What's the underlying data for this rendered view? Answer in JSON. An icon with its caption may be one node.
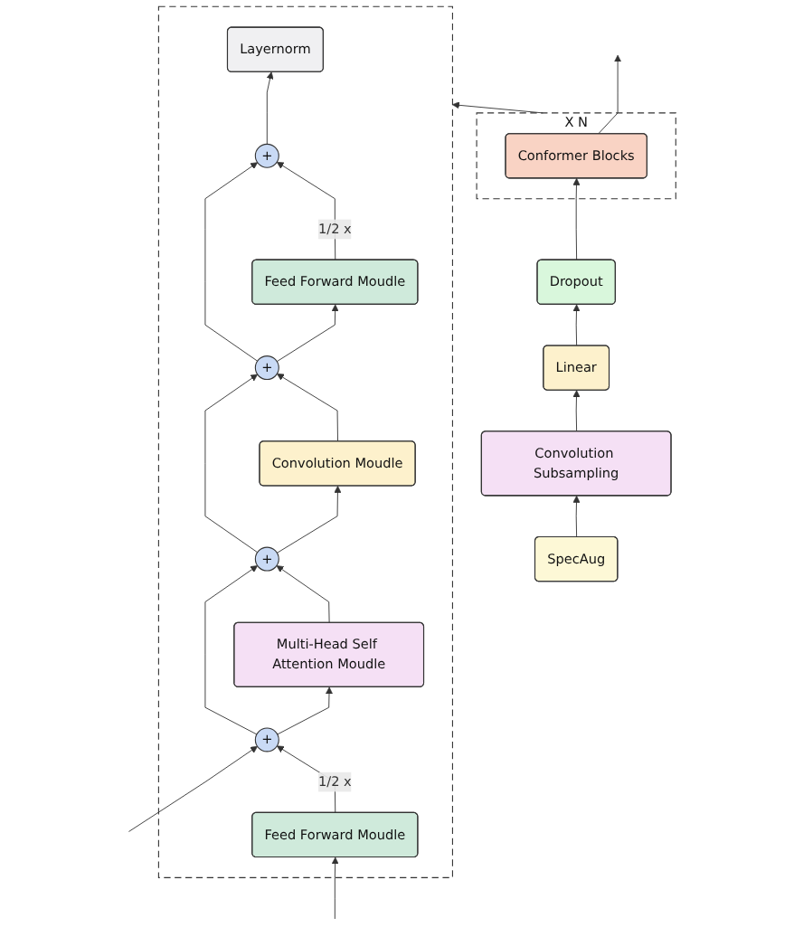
{
  "diagram": {
    "nodes": [
      {
        "text": [
          "X N"
        ]
      },
      {
        "text": [
          "Conformer Blocks"
        ],
        "in": 0
      },
      {
        "text": [
          "Dropout"
        ]
      },
      {
        "text": [
          "Linear"
        ]
      },
      {
        "text": [
          "Convolution Subsampling"
        ]
      },
      {
        "text": [
          "SpecAug"
        ]
      },
      {
        "text": [],
        "shape": "box"
      },
      {
        "text": [
          "Layernorm"
        ],
        "in": 6
      },
      {
        "text": [
          "+"
        ],
        "in": 6
      },
      {
        "text": [
          "Feed Forward Moudle"
        ],
        "in": 6
      },
      {
        "text": [
          "+"
        ],
        "in": 6
      },
      {
        "text": [
          "Convolution Moudle"
        ],
        "in": 6
      },
      {
        "text": [
          "+"
        ],
        "in": 6
      },
      {
        "text": [
          "Multi-Head Self Attention Moudle"
        ],
        "in": 6
      },
      {
        "text": [
          "+"
        ],
        "in": 6
      },
      {
        "text": [
          "Feed Forward Moudle"
        ],
        "in": 6
      }
    ],
    "edges": [
      {
        "from": 5,
        "to": 4,
        "arrow": "to"
      },
      {
        "from": 4,
        "to": 3,
        "arrow": "to"
      },
      {
        "from": 3,
        "to": 2,
        "arrow": "to"
      },
      {
        "from": 2,
        "to": 1,
        "arrow": "to"
      },
      {
        "from": 1,
        "to": null,
        "arrow": "to"
      },
      {
        "from": 0,
        "to": 6,
        "arrow": "to"
      },
      {
        "from": null,
        "to": 15,
        "arrow": "to"
      },
      {
        "from": null,
        "to": 14,
        "arrow": "to"
      },
      {
        "from": 15,
        "to": 14,
        "arrow": "to",
        "label": "1/2 x"
      },
      {
        "from": 14,
        "to": 13,
        "arrow": "to"
      },
      {
        "from": 14,
        "to": 12,
        "arrow": "to"
      },
      {
        "from": 13,
        "to": 12,
        "arrow": "to"
      },
      {
        "from": 12,
        "to": 11,
        "arrow": "to"
      },
      {
        "from": 12,
        "to": 10,
        "arrow": "to"
      },
      {
        "from": 11,
        "to": 10,
        "arrow": "to"
      },
      {
        "from": 10,
        "to": 9,
        "arrow": "to"
      },
      {
        "from": 10,
        "to": 8,
        "arrow": "to"
      },
      {
        "from": 9,
        "to": 8,
        "arrow": "to",
        "label": "1/2 x"
      },
      {
        "from": 8,
        "to": 7,
        "arrow": "to"
      }
    ]
  }
}
